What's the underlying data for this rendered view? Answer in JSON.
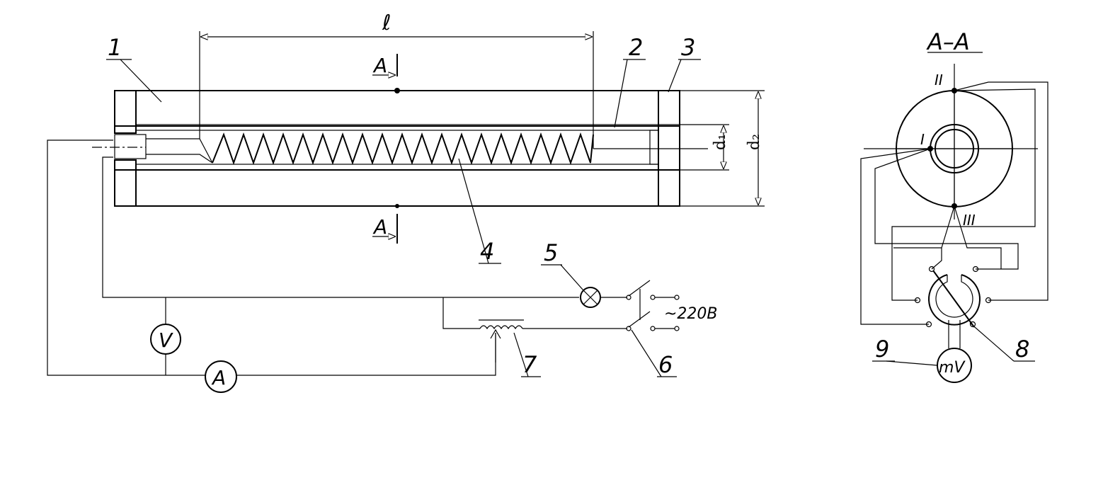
{
  "labels": {
    "length": "ℓ",
    "section_mark": "A",
    "section_title": "A–A",
    "part_1": "1",
    "part_2": "2",
    "part_3": "3",
    "part_4": "4",
    "part_5": "5",
    "part_6": "6",
    "part_7": "7",
    "part_8": "8",
    "part_9": "9",
    "d1": "d₁",
    "d2": "d₂",
    "voltmeter": "V",
    "ammeter": "A",
    "millivoltmeter": "mV",
    "supply": "~220B",
    "point_I": "I",
    "point_II": "II",
    "point_III": "III"
  },
  "colors": {
    "line": "#000000",
    "insulation": "#efefef",
    "background": "#ffffff"
  }
}
